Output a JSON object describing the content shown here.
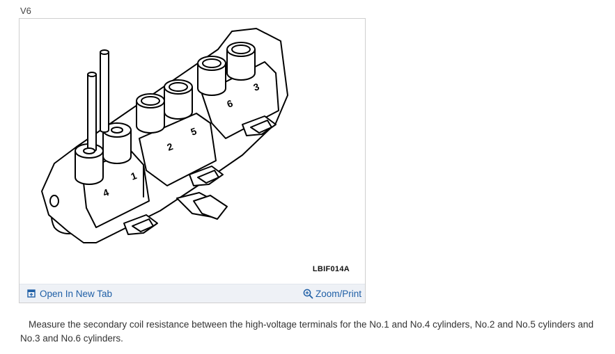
{
  "heading": "V6",
  "figure": {
    "code": "LBIF014A",
    "cylinder_labels": [
      "4",
      "1",
      "2",
      "5",
      "6",
      "3"
    ]
  },
  "toolbar": {
    "open_label": "Open In New Tab",
    "zoom_label": "Zoom/Print"
  },
  "caption": "Measure the secondary coil resistance between the high-voltage terminals for the No.1 and No.4 cylinders, No.2 and No.5 cylinders and No.3 and No.6 cylinders.",
  "colors": {
    "link": "#1f5fa6",
    "toolbar_bg": "#eef1f6"
  }
}
